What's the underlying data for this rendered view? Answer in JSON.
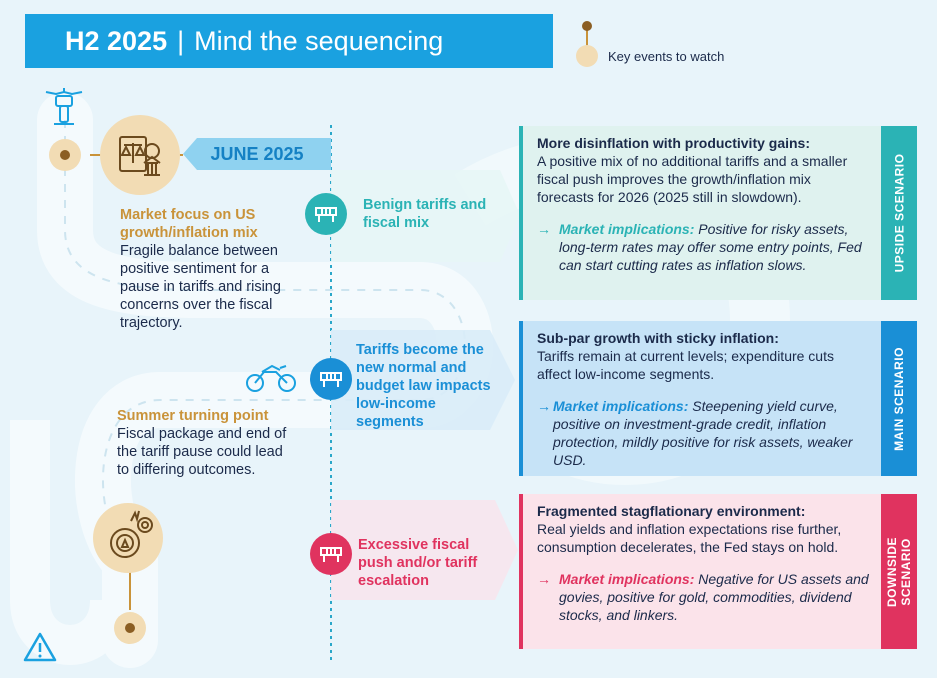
{
  "header": {
    "title_bold": "H2 2025",
    "title_sep": "|",
    "title_rest": "Mind the sequencing"
  },
  "legend": {
    "label": "Key events to watch"
  },
  "timeline": {
    "june_label": "JUNE 2025",
    "event1": {
      "heading": "Market focus on US growth/inflation mix",
      "body": "Fragile balance between positive sentiment for a pause in tariffs and rising concerns over the fiscal trajectory."
    },
    "event2": {
      "heading": "Summer turning point",
      "body": "Fiscal package and end of the tariff pause could lead to differing outcomes."
    }
  },
  "branches": [
    {
      "label": "Benign tariffs and fiscal mix",
      "color": "#2bb3b5"
    },
    {
      "label": "Tariffs become the new normal and budget law impacts low-income segments",
      "color": "#1a8fd6"
    },
    {
      "label": "Excessive fiscal push and/or tariff escalation",
      "color": "#e0335f"
    }
  ],
  "scenarios": [
    {
      "side_label": "UPSIDE SCENARIO",
      "heading": "More disinflation with productivity gains:",
      "body": "A positive mix of no additional tariffs and a smaller fiscal push improves the growth/inflation mix forecasts for 2026 (2025 still in slowdown).",
      "impl_label": "Market implications:",
      "impl_text": "Positive for risky assets, long-term rates may offer some entry points, Fed can start cutting rates as inflation slows.",
      "accent": "#2bb3b5",
      "bg": "#dff2ef"
    },
    {
      "side_label": "MAIN SCENARIO",
      "heading": "Sub-par growth with sticky inflation:",
      "body": "Tariffs remain at current levels; expenditure cuts affect low-income segments.",
      "impl_label": "Market implications:",
      "impl_text": "Steepening yield curve, positive on investment-grade credit, inflation protection, mildly positive for risk assets, weaker USD.",
      "accent": "#1a8fd6",
      "bg": "#c6e3f7"
    },
    {
      "side_label": "DOWNSIDE SCENARIO",
      "heading": "Fragmented stagflationary environment:",
      "body": "Real yields and inflation expectations rise further, consumption decelerates, the Fed stays on hold.",
      "impl_label": "Market implications:",
      "impl_text": "Negative for US assets and govies, positive for gold, commodities, dividend stocks, and linkers.",
      "accent": "#e0335f",
      "bg": "#fbe3ea"
    }
  ],
  "icons": {
    "motorcycle_top": "motorcycle-front-icon",
    "scales": "scales-document-icon",
    "motorcycle_side": "motorcycle-side-icon",
    "gear": "gear-warning-icon",
    "warning": "warning-icon",
    "barrier": "road-barrier-icon"
  }
}
